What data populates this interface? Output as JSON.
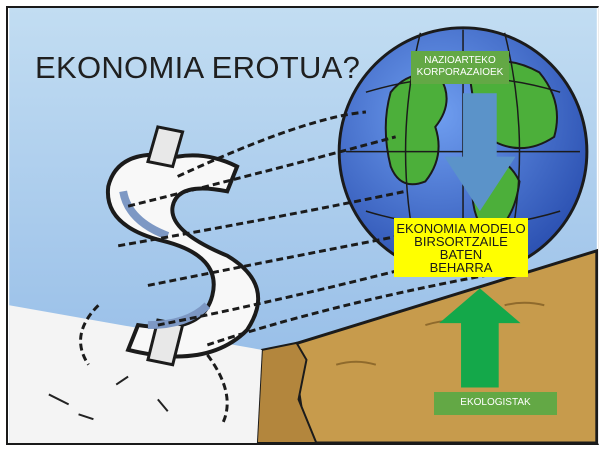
{
  "slide": {
    "title": "EKONOMIA EROTUA?",
    "boxes": {
      "corporations": [
        "NAZIOARTEKO",
        "KORPORAZAIOEK"
      ],
      "central": [
        "EKONOMIA MODELO",
        "BIRSORTZAILE BATEN",
        "BEHARRA"
      ],
      "ecologists": "EKOLOGISTAK"
    },
    "arrows": {
      "down_color": "#5b93c9",
      "up_color": "#14a84a"
    },
    "colors": {
      "sky": "#9cc2e8",
      "cliff": "#c79b4c",
      "globe_ocean": "#3f6fd0",
      "globe_land": "#4caf3a",
      "label_green": "#63a845",
      "highlight": "#ffff00"
    },
    "illustration": "dollar-sign-chained-to-globe-cartoon-image"
  }
}
